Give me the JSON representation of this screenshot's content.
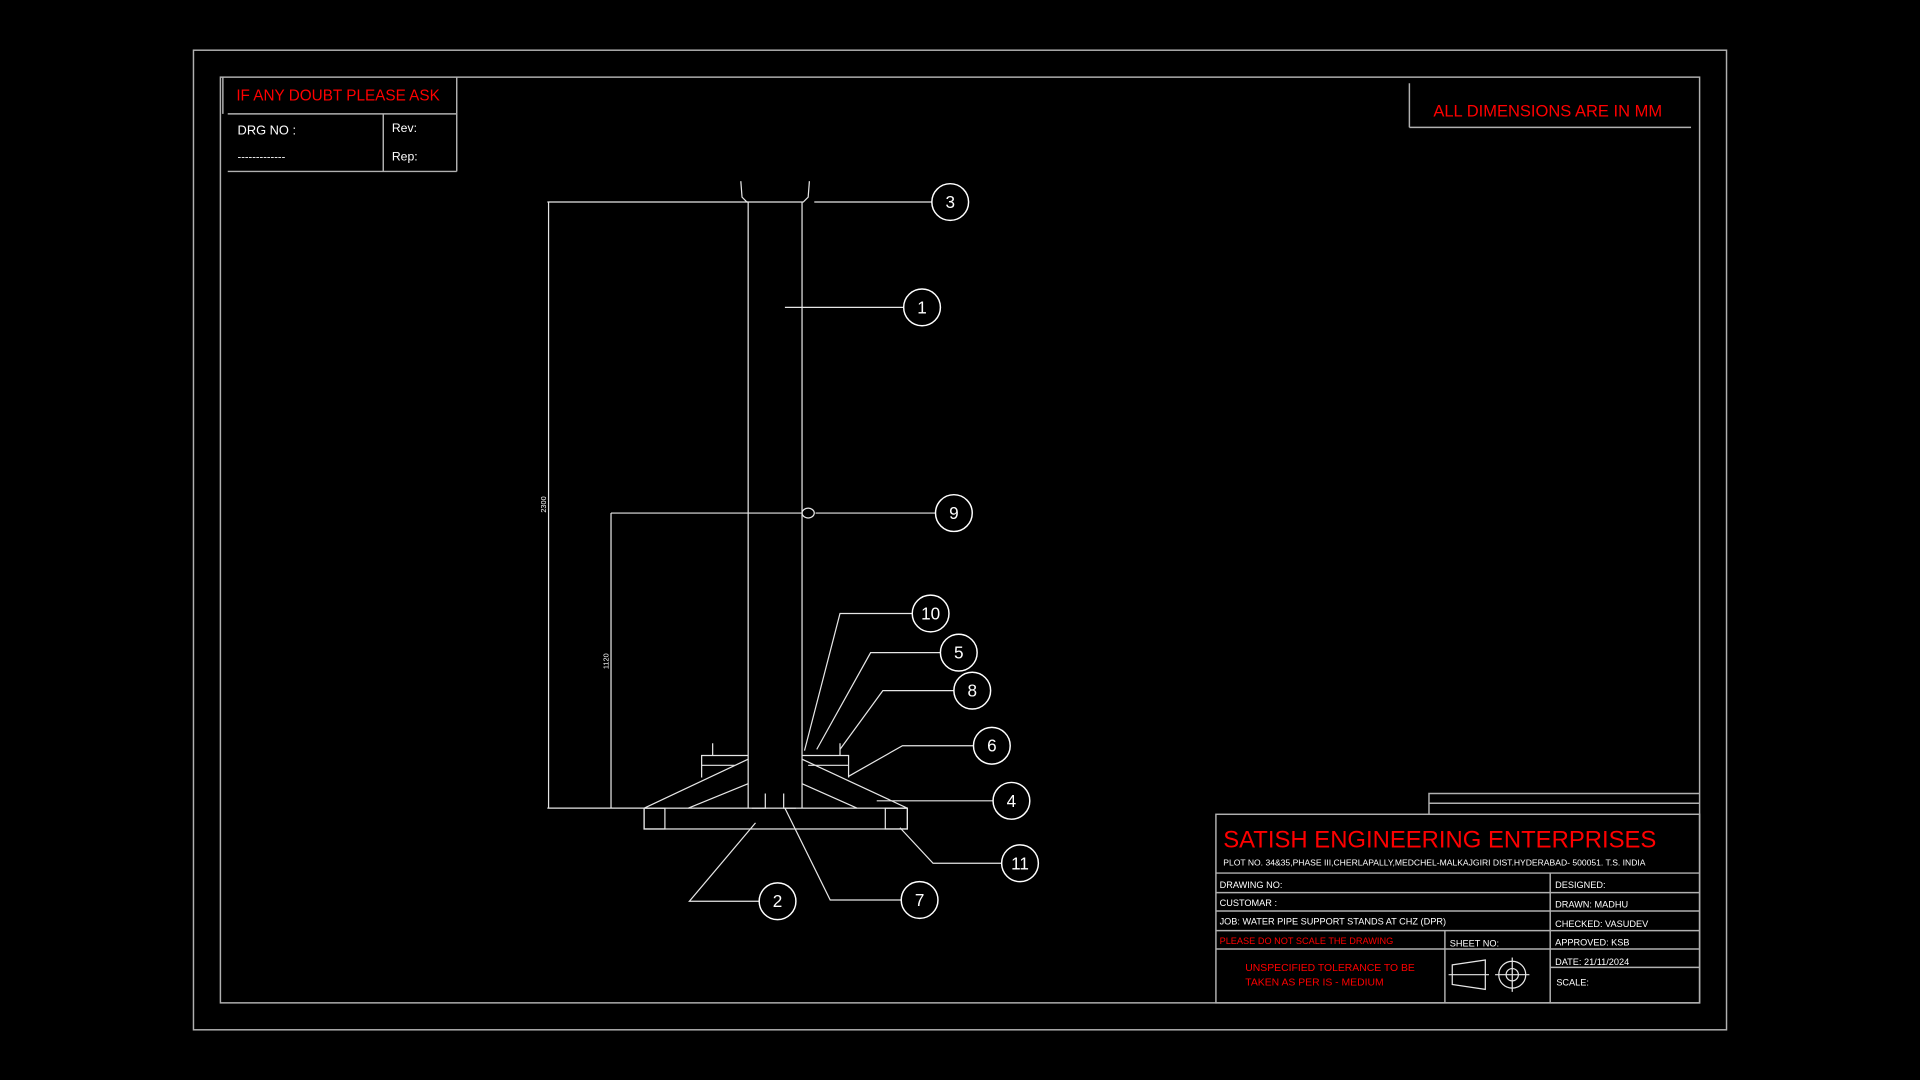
{
  "notes": {
    "doubt": "IF ANY DOUBT PLEASE ASK",
    "drg_no": "DRG NO :",
    "drg_no_value": "-------------",
    "rev": "Rev:",
    "rep": "Rep:",
    "units": "ALL DIMENSIONS ARE IN MM"
  },
  "dimensions": {
    "overall_height": "2300",
    "pipe_height": "1120"
  },
  "balloons": [
    "1",
    "2",
    "3",
    "4",
    "5",
    "6",
    "7",
    "8",
    "9",
    "10",
    "11"
  ],
  "title_block": {
    "company": "SATISH ENGINEERING ENTERPRISES",
    "address": "PLOT NO. 34&35,PHASE III,CHERLAPALLY,MEDCHEL-MALKAJGIRI DIST.HYDERABAD- 500051. T.S. INDIA",
    "drawing_no": "DRAWING NO:",
    "customer": "CUSTOMAR :",
    "job": "JOB:  WATER PIPE SUPPORT STANDS AT CHZ (DPR)",
    "no_scale": "PLEASE DO NOT SCALE THE DRAWING",
    "sheet_no": "SHEET NO:",
    "tolerance_1": "UNSPECIFIED TOLERANCE TO BE",
    "tolerance_2": "TAKEN AS PER IS - MEDIUM",
    "designed": "DESIGNED:",
    "drawn": "DRAWN: MADHU",
    "checked": "CHECKED: VASUDEV",
    "approved": "APPROVED: KSB",
    "date": "DATE: 21/11/2024",
    "scale": "SCALE:"
  },
  "colors": {
    "background": "#000000",
    "lines": "#e6e6e6",
    "red_text": "#ff0000"
  }
}
